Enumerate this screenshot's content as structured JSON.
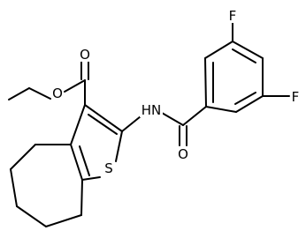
{
  "atoms": {
    "ester_o_single": "O",
    "ester_o_double": "O",
    "nh": "HN",
    "amide_o": "O",
    "fluorine_top": "F",
    "fluorine_right": "F",
    "sulfur": "S"
  },
  "colors": {
    "bond": "#000000",
    "label": "#000000",
    "background": "#ffffff"
  }
}
